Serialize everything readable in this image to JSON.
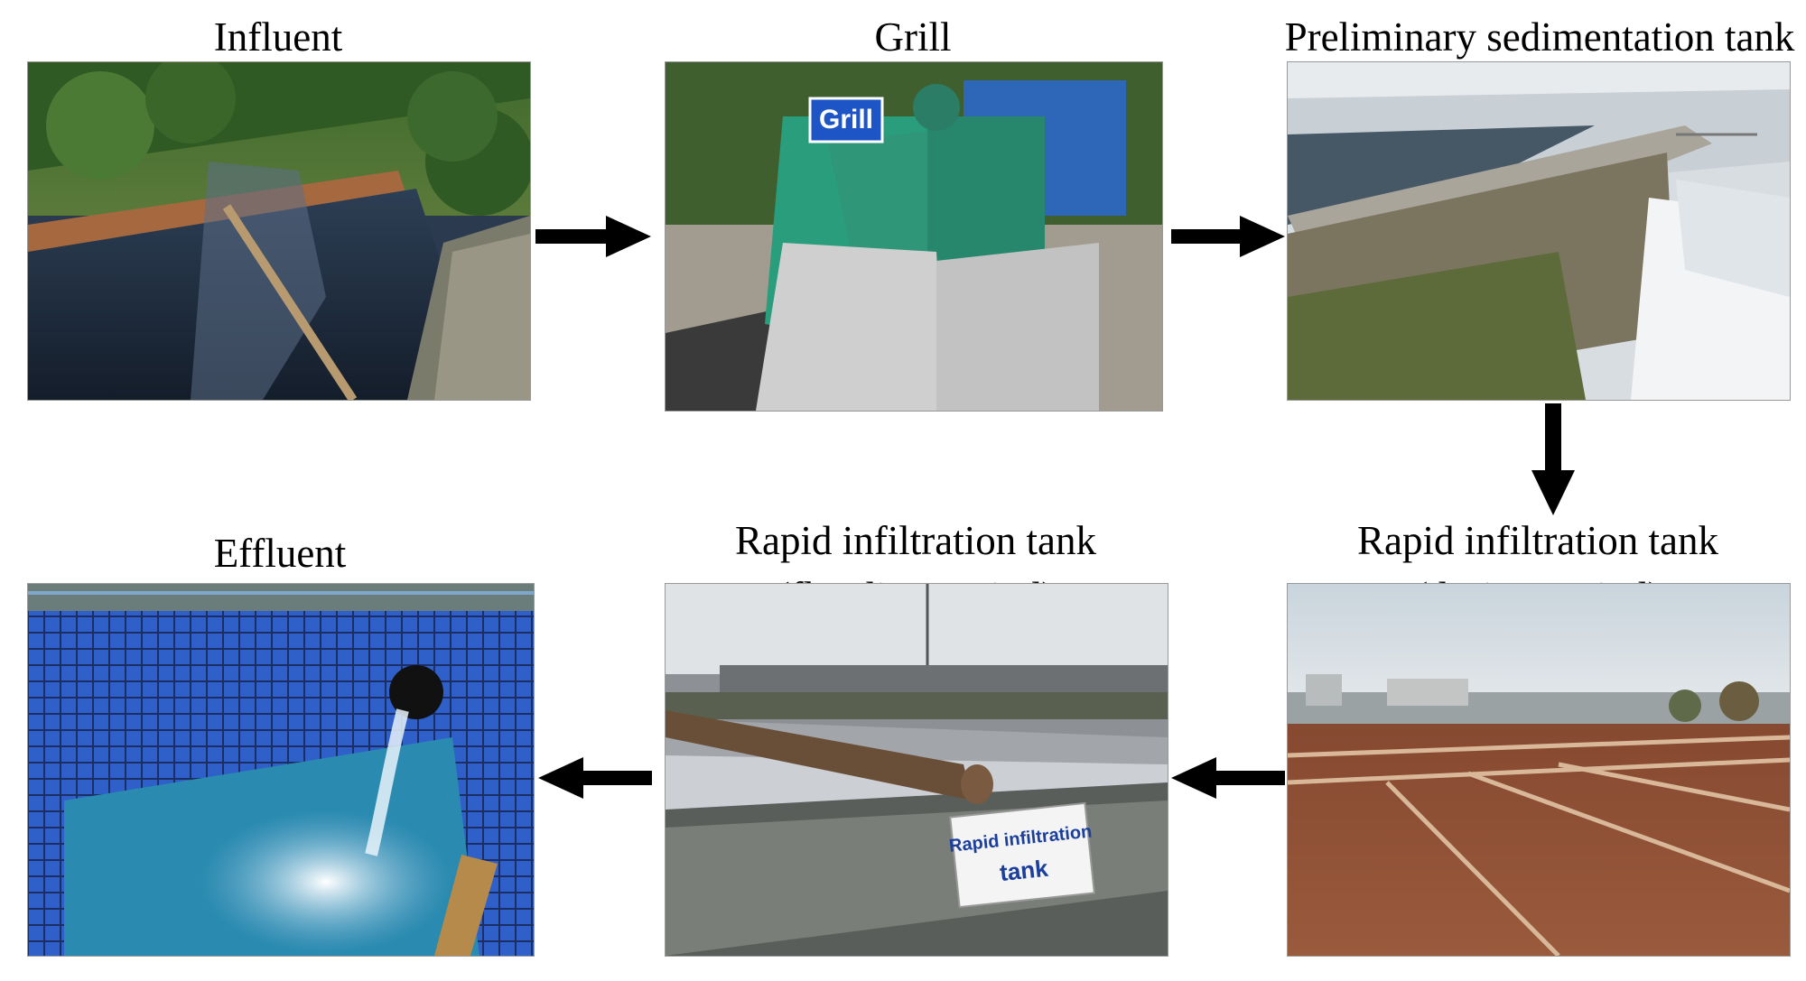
{
  "stages": {
    "influent": {
      "label": "Influent"
    },
    "grill": {
      "label": "Grill",
      "sign": "Grill"
    },
    "sedimentation": {
      "label": "Preliminary sedimentation tank"
    },
    "drying": {
      "line1": "Rapid infiltration tank",
      "line2": "(drying period)"
    },
    "flooding": {
      "line1": "Rapid infiltration tank",
      "line2": "(flooding period)",
      "sign1": "Rapid infiltration",
      "sign2": "tank"
    },
    "effluent": {
      "label": "Effluent"
    }
  },
  "colors": {
    "arrow": "#000000",
    "water_dark": "#1f2a3a",
    "grill_machine": "#2a9e7c",
    "tile_blue": "#2f5fc9",
    "soil": "#8a4a32"
  }
}
